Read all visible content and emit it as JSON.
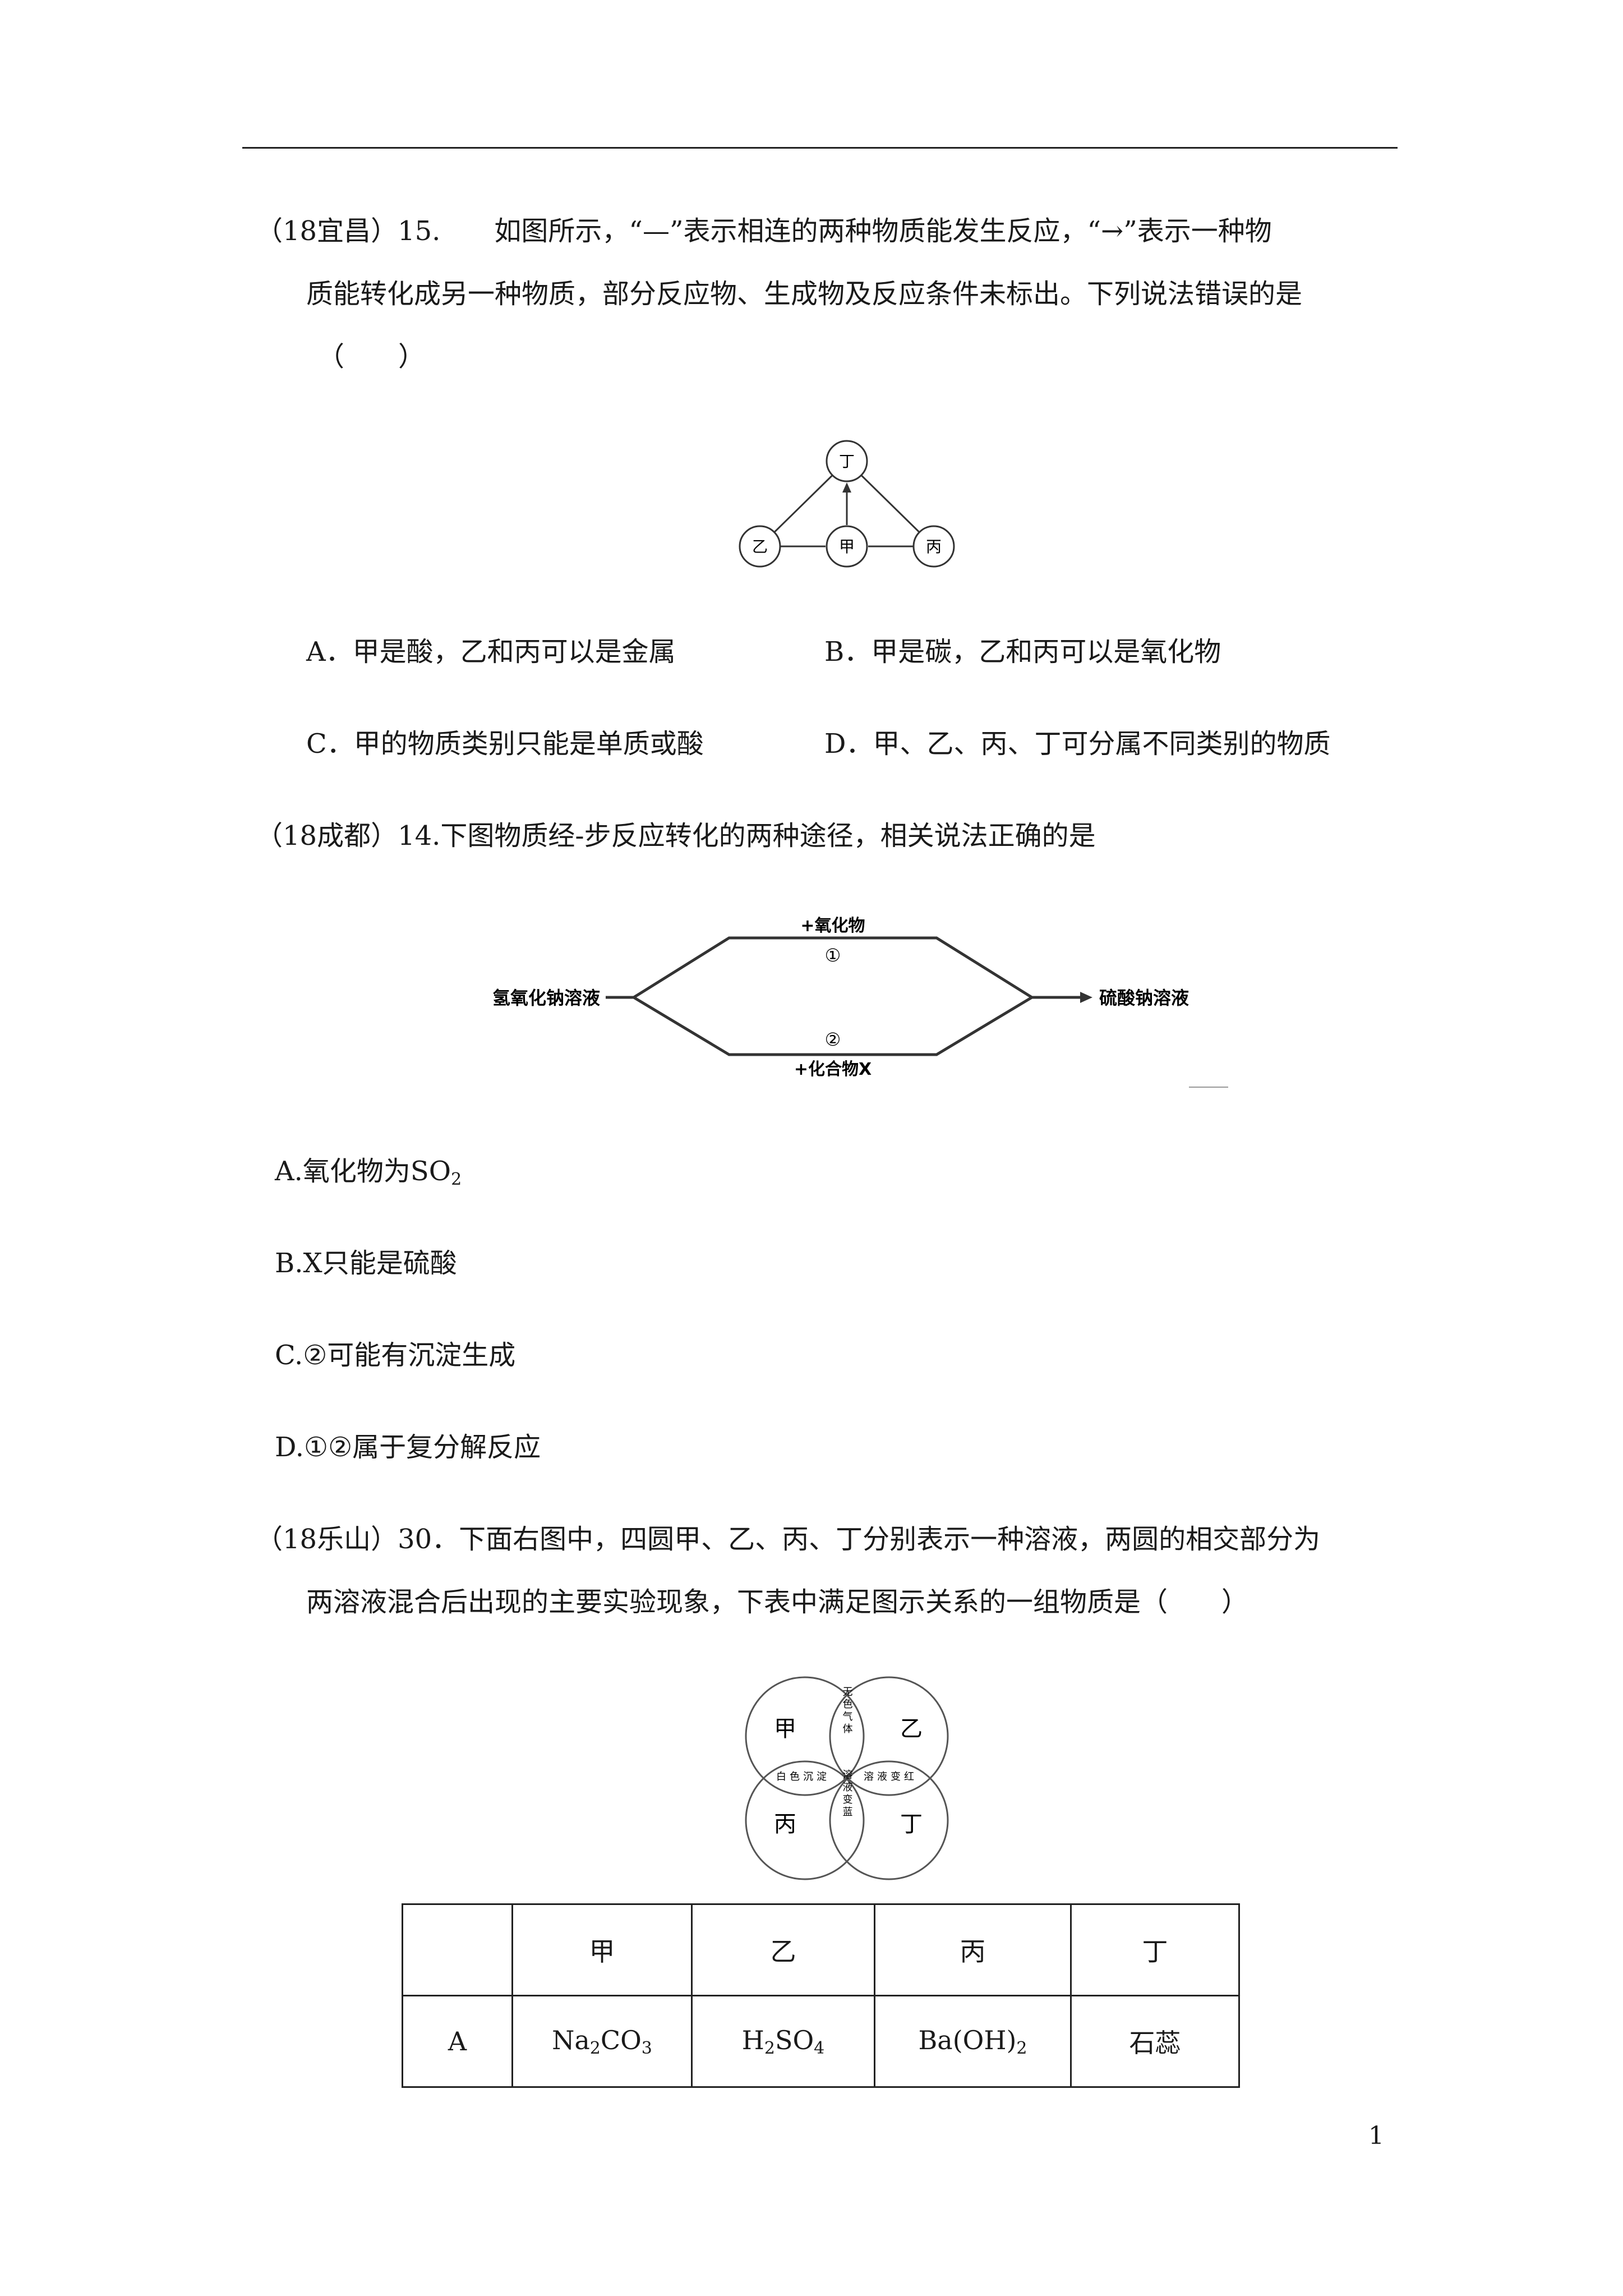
{
  "q1": {
    "line1": "（18宜昌）15.　　如图所示，“—”表示相连的两种物质能发生反应，“→”表示一种物",
    "line2": "质能转化成另一种物质，部分反应物、生成物及反应条件未标出。下列说法错误的是",
    "line3": "（　　）",
    "diagram": {
      "top": "丁",
      "left": "乙",
      "center": "甲",
      "right": "丙"
    },
    "options": {
      "A": "A．甲是酸，乙和丙可以是金属",
      "B": "B．甲是碳，乙和丙可以是氧化物",
      "C": "C．甲的物质类别只能是单质或酸",
      "D": "D．甲、乙、丙、丁可分属不同类别的物质"
    }
  },
  "q2": {
    "stem": "（18成都）14.下图物质经-步反应转化的两种途径，相关说法正确的是",
    "diagram": {
      "start": "氢氧化钠溶液",
      "end": "硫酸钠溶液",
      "upper_label": "+氧化物",
      "upper_num": "①",
      "lower_num": "②",
      "lower_label": "+化合物X"
    },
    "optA_text": "A.氧化物为SO",
    "optA_sub": "2",
    "optB": "B.X只能是硫酸",
    "optC": "C.②可能有沉淀生成",
    "optD": "D.①②属于复分解反应"
  },
  "q3": {
    "line1": "（18乐山）30．下面右图中，四圆甲、乙、丙、丁分别表示一种溶液，两圆的相交部分为",
    "line2": "两溶液混合后出现的主要实验现象，下表中满足图示关系的一组物质是（　　）",
    "venn": {
      "tl": "甲",
      "tr": "乙",
      "bl": "丙",
      "br": "丁",
      "top_overlap": "无色气体",
      "left_overlap": "白色沉淀",
      "right_overlap": "溶液变红",
      "bottom_overlap": "溶液变蓝"
    },
    "table": {
      "headers": [
        "",
        "甲",
        "乙",
        "丙",
        "丁"
      ],
      "row_label": "A",
      "c1_a": "Na",
      "c1_b": "2",
      "c1_c": "CO",
      "c1_d": "3",
      "c2_a": "H",
      "c2_b": "2",
      "c2_c": "SO",
      "c2_d": "4",
      "c3_a": "Ba(OH)",
      "c3_b": "2",
      "c4": "石蕊"
    }
  },
  "page_number": "1"
}
